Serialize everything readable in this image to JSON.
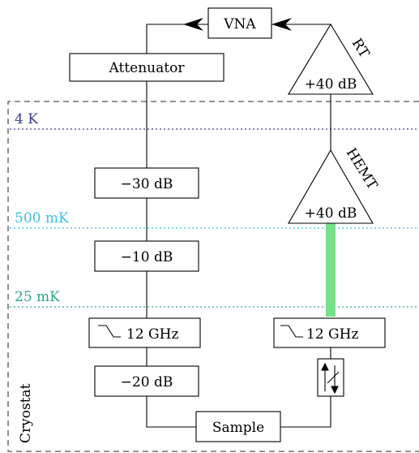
{
  "colors": {
    "line": "#000000",
    "cryostat_border": "#555555",
    "level_4k": "#3a3f8f",
    "level_500mk": "#38c4dc",
    "level_25mk": "#2ea58a",
    "thick_line": "#77e08a"
  },
  "instruments": {
    "vna": "VNA",
    "attenuator": "Attenuator",
    "sample": "Sample"
  },
  "amplifiers": {
    "rt_name": "RT",
    "rt_gain": "+40 dB",
    "hemt_name": "HEMT",
    "hemt_gain": "+40 dB"
  },
  "attenuators": {
    "att_30": "−30 dB",
    "att_10": "−10 dB",
    "att_20": "−20 dB"
  },
  "filters": {
    "left": "12 GHz",
    "right": "12 GHz",
    "symbol": "lowpass-filter-icon"
  },
  "isolator": {
    "symbol": "isolator-icon"
  },
  "levels": {
    "t_4k": "4 K",
    "t_500mk": "500 mK",
    "t_25mk": "25 mK"
  },
  "cryostat_label": "Cryostat"
}
